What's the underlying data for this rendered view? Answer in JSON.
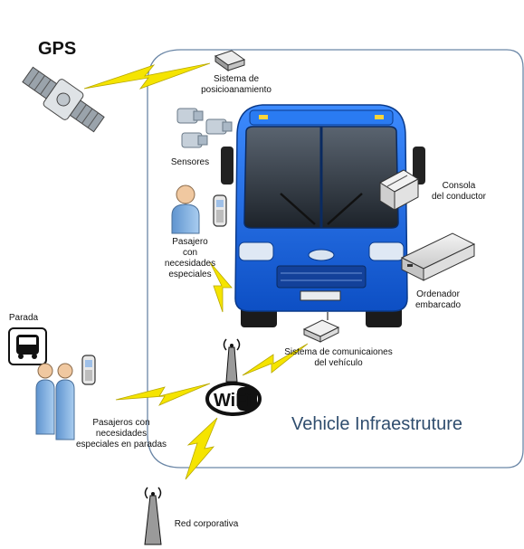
{
  "diagram": {
    "gps_title": "GPS",
    "boundary_title": "Vehicle Infraestruture",
    "nodes": {
      "positioning_system": "Sistema de\nposicioanamiento",
      "sensors": "Sensores",
      "passenger": "Pasajero\ncon\nnecesidades\nespeciales",
      "driver_console": "Consola\ndel conductor",
      "onboard_computer": "Ordenador\nembarcado",
      "comm_system": "Sistema de comunicaiones\ndel vehículo",
      "stop": "Parada",
      "stop_passengers": "Pasajeros con\nnecesidades\nespeciales en paradas",
      "corporate_network": "Red corporativa",
      "wifi_logo": "WiFi"
    },
    "colors": {
      "bus_blue": "#1e6fe8",
      "link_yellow": "#f5e400",
      "boundary": "#6a86a6",
      "person_blue": "#7fb0e0"
    }
  }
}
